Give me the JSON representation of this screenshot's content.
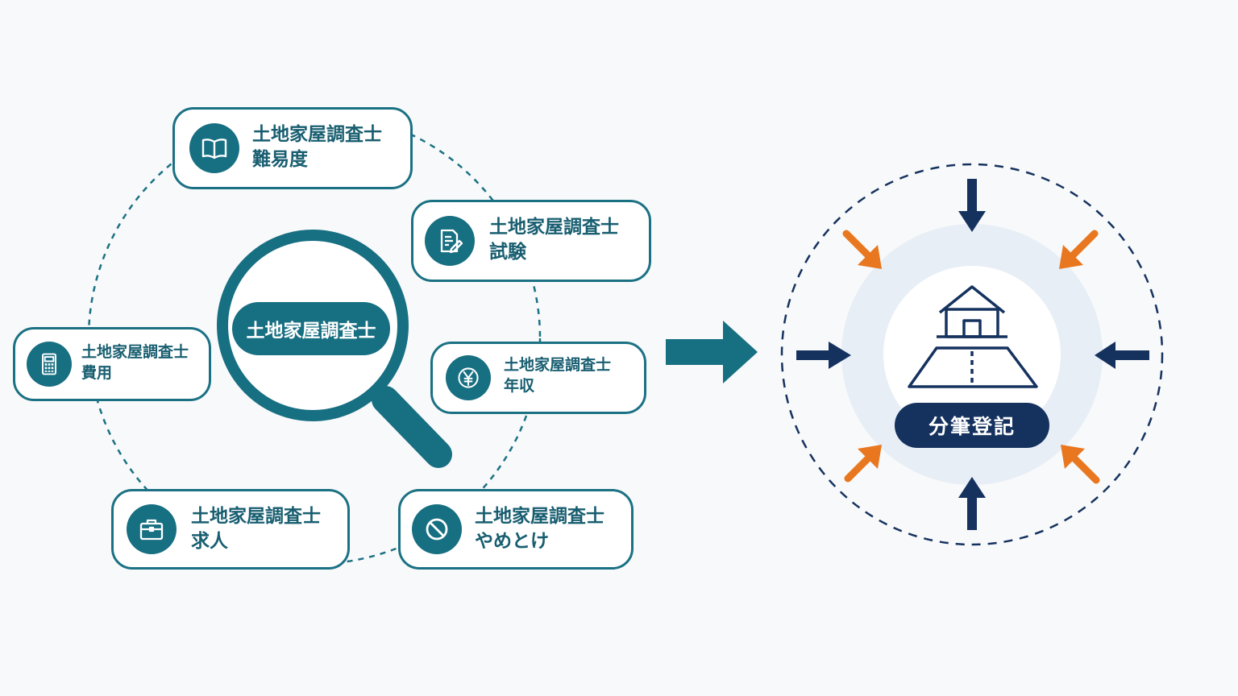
{
  "center_keyword": "土地家屋調査士",
  "related_searches": [
    {
      "title": "土地家屋調査士",
      "suffix": "難易度",
      "icon": "book-icon"
    },
    {
      "title": "土地家屋調査士",
      "suffix": "試験",
      "icon": "document-pencil-icon"
    },
    {
      "title": "土地家屋調査士",
      "suffix": "費用",
      "icon": "calculator-icon"
    },
    {
      "title": "土地家屋調査士",
      "suffix": "年収",
      "icon": "yen-icon"
    },
    {
      "title": "土地家屋調査士",
      "suffix": "求人",
      "icon": "briefcase-icon"
    },
    {
      "title": "土地家屋調査士",
      "suffix": "やめとけ",
      "icon": "prohibited-icon"
    }
  ],
  "result_label": "分筆登記",
  "result_icon": "house-land-division-icon",
  "colors": {
    "teal": "#176f82",
    "card_border": "#1b7184",
    "text": "#185e70",
    "navy": "#15325f",
    "orange": "#e8771f",
    "halo": "#e7eef6",
    "background": "#f8f9fa"
  }
}
